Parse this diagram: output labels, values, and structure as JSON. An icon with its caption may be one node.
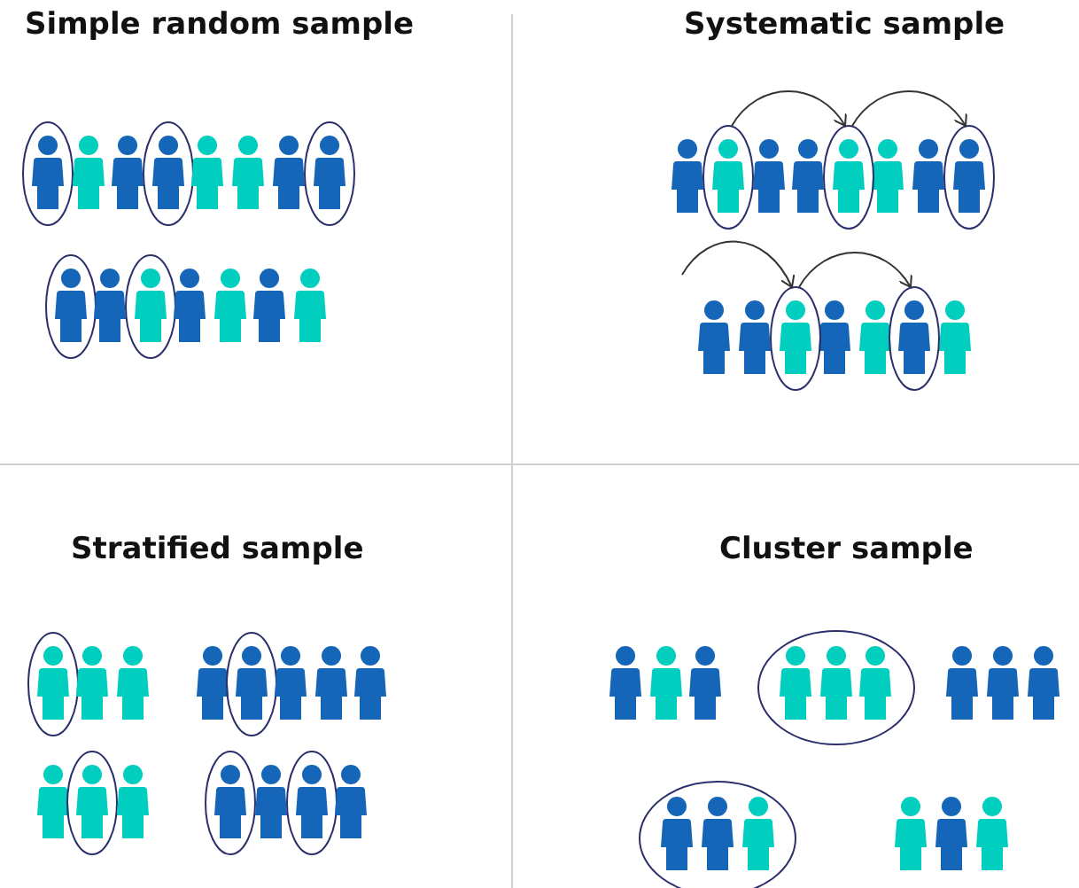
{
  "diagram": {
    "nodes": [
      {
        "text": [],
        "shape": "person"
      },
      {
        "text": [],
        "shape": "person"
      },
      {
        "text": [],
        "shape": "person"
      },
      {
        "text": [],
        "shape": "person"
      },
      {
        "text": [],
        "shape": "person"
      }
    ],
    "edges": [
      {
        "from": 0,
        "to": 1,
        "arrow": "to"
      },
      {
        "from": 1,
        "to": 2,
        "arrow": "to"
      },
      {
        "from": null,
        "to": 3,
        "arrow": "to"
      },
      {
        "from": 3,
        "to": 4,
        "arrow": "to"
      }
    ],
    "labels": [
      "Simple random sample",
      "Systematic sample",
      "Stratified sample",
      "Cluster sample"
    ]
  }
}
